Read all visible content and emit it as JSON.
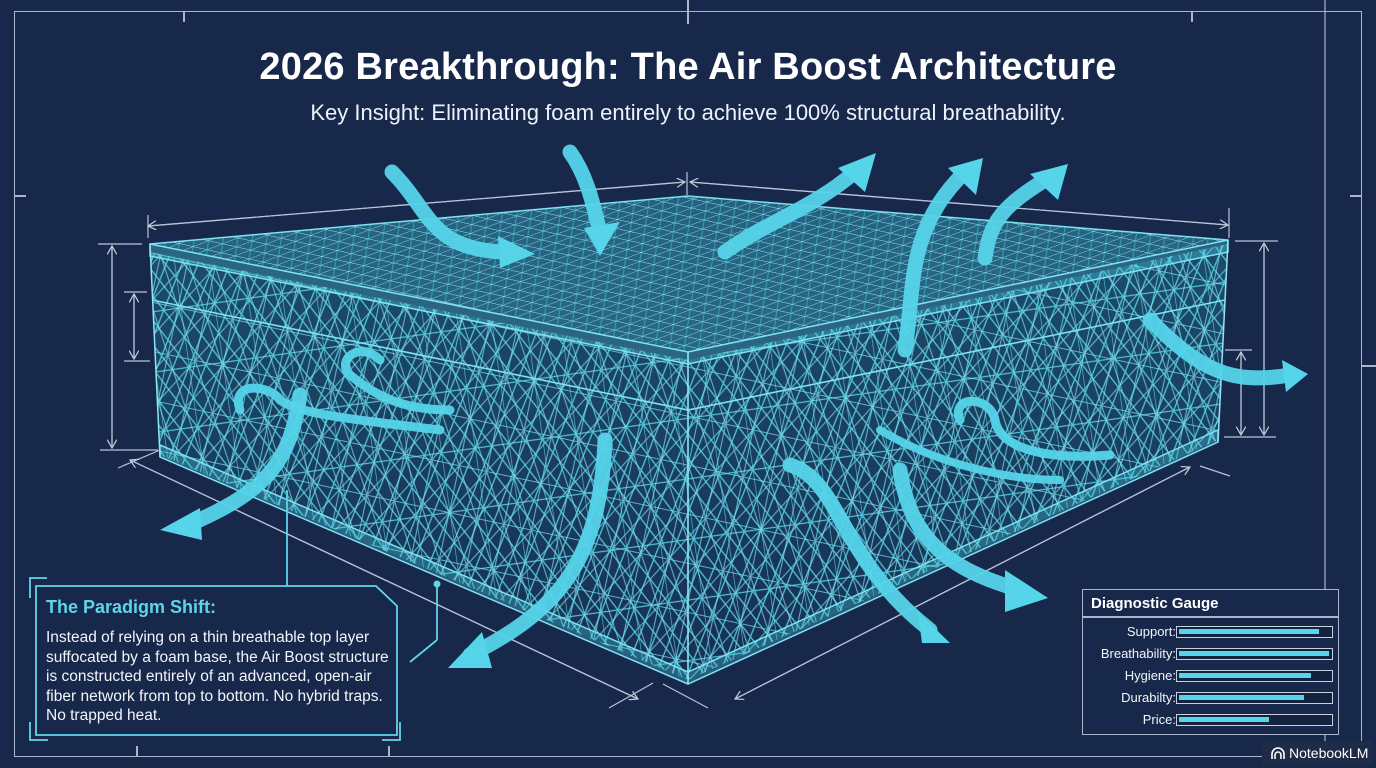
{
  "header": {
    "title": "2026 Breakthrough: The Air Boost Architecture",
    "subtitle": "Key Insight: Eliminating foam entirely to achieve 100% structural breathability."
  },
  "illustration": {
    "subject": "open-air fiber lattice mattress",
    "arrow_color": "#55d4ea",
    "lattice_color": "#4fd6ea",
    "background_color": "#18284a",
    "dimension_line_color": "#a9b6cc"
  },
  "callout": {
    "title": "The Paradigm Shift:",
    "body": "Instead of relying on a thin breathable top layer suffocated by a foam base, the Air Boost structure is constructed entirely of an advanced, open-air fiber network from top to bottom. No hybrid traps. No trapped heat."
  },
  "gauge": {
    "title": "Diagnostic Gauge",
    "rows": [
      {
        "label": "Support:",
        "value": 93
      },
      {
        "label": "Breathability:",
        "value": 100
      },
      {
        "label": "Hygiene:",
        "value": 88
      },
      {
        "label": "Durabilty:",
        "value": 83
      },
      {
        "label": "Price:",
        "value": 60
      }
    ]
  },
  "badge": {
    "icon": "notebooklm-logo-icon",
    "label": "NotebookLM"
  }
}
